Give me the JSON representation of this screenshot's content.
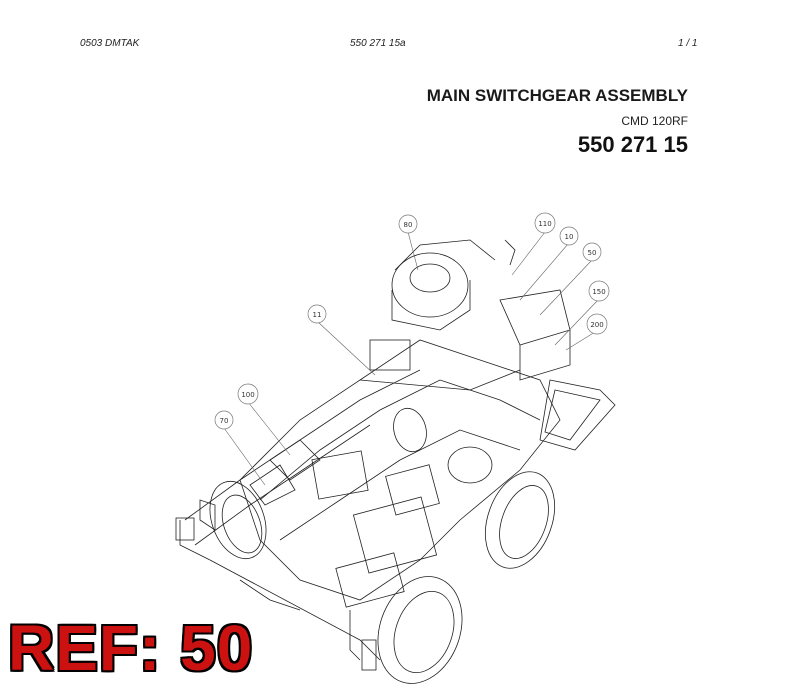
{
  "header": {
    "doc_code": "0503 DMTAK",
    "drawing_no": "550 271 15a",
    "page": "1 /   1"
  },
  "title": "MAIN SWITCHGEAR ASSEMBLY",
  "model": "CMD 120RF",
  "part_number": "550 271 15",
  "callouts": [
    "80",
    "110",
    "10",
    "50",
    "150",
    "200",
    "11",
    "100",
    "70"
  ],
  "ref_label": "REF: 50"
}
